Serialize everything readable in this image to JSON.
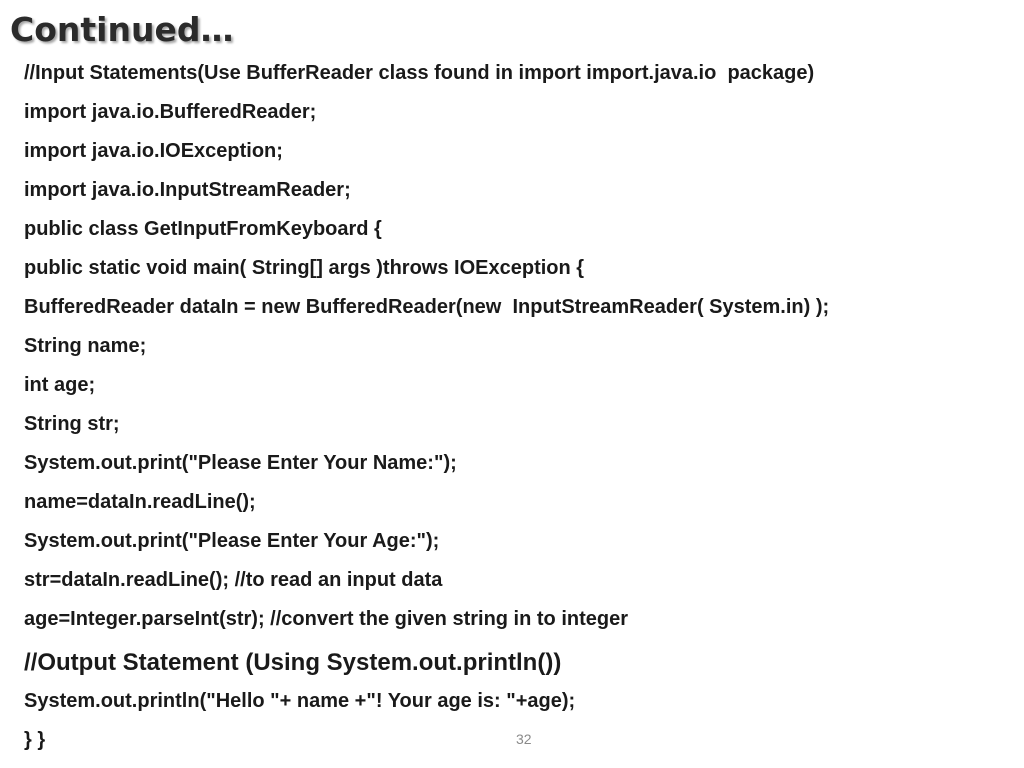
{
  "slide": {
    "title": "Continued…",
    "page_number": "32",
    "lines": [
      "//Input Statements(Use BufferReader class found in import import.java.io  package)",
      "import java.io.BufferedReader;",
      "import java.io.IOException;",
      "import java.io.InputStreamReader;",
      "public class GetInputFromKeyboard {",
      "public static void main( String[] args )throws IOException {",
      "BufferedReader dataIn = new BufferedReader(new  InputStreamReader( System.in) );",
      "String name;",
      "int age;",
      "String str;",
      "System.out.print(\"Please Enter Your Name:\");",
      "name=dataIn.readLine();",
      "System.out.print(\"Please Enter Your Age:\");",
      "str=dataIn.readLine(); //to read an input data",
      "age=Integer.parseInt(str); //convert the given string in to integer",
      "//Output Statement (Using System.out.println())",
      "System.out.println(\"Hello \"+ name +\"! Your age is: \"+age);",
      "} }"
    ]
  }
}
